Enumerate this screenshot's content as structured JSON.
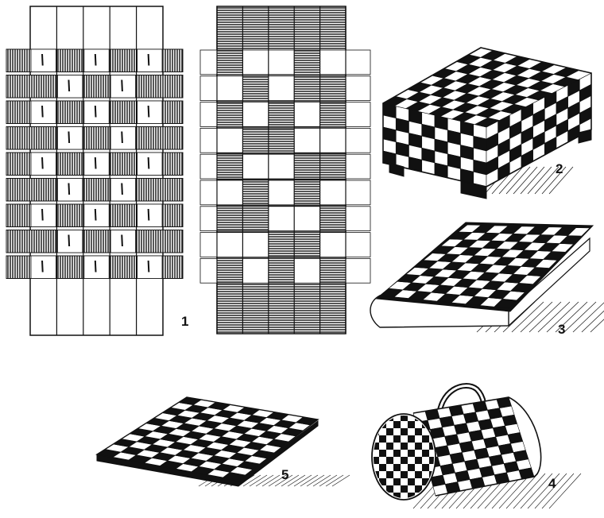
{
  "figure": {
    "ink_color": "#111111",
    "paper_color": "#ffffff",
    "labels": [
      "1",
      "2",
      "3",
      "4",
      "5"
    ]
  }
}
